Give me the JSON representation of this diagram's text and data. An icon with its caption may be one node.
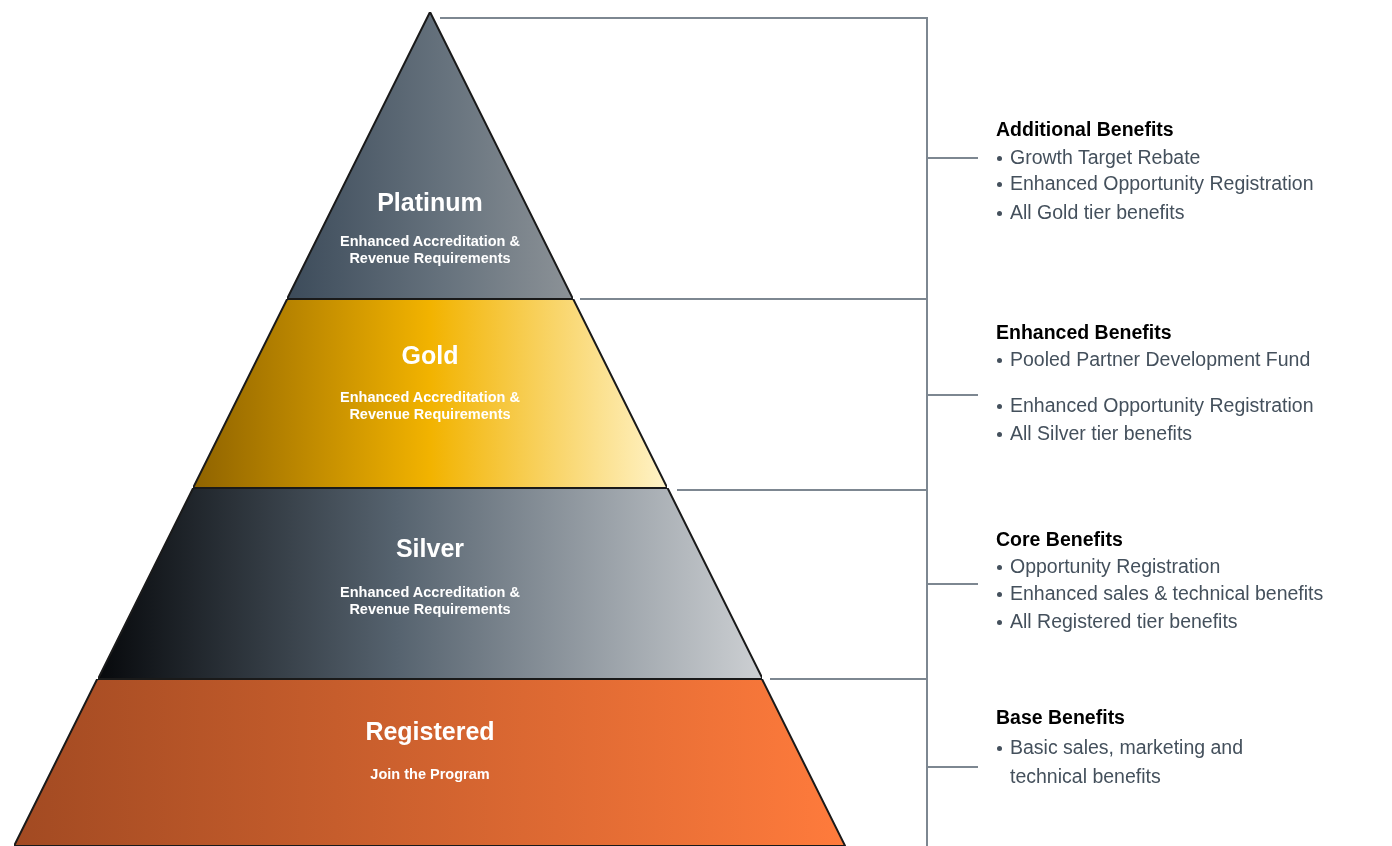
{
  "diagram": {
    "nodes": [
      {
        "text": [
          "Platinum",
          "Enhanced Accreditation & Revenue Requirements"
        ]
      },
      {
        "text": [
          "Gold",
          "Enhanced Accreditation & Revenue Requirements"
        ]
      },
      {
        "text": [
          "Silver",
          "Enhanced Accreditation & Revenue Requirements"
        ]
      },
      {
        "text": [
          "Registered",
          "Join the Program"
        ]
      }
    ],
    "labels": [
      "Additional Benefits",
      "Growth Target Rebate",
      "Enhanced Opportunity Registration",
      "All Gold tier benefits",
      "Enhanced Benefits",
      "Pooled Partner Development Fund",
      "Enhanced Opportunity Registration",
      "All Silver tier benefits",
      "Core Benefits",
      "Opportunity Registration",
      "Enhanced sales & technical benefits",
      "All Registered tier benefits",
      "Base Benefits",
      "Basic sales, marketing and technical benefits"
    ]
  }
}
